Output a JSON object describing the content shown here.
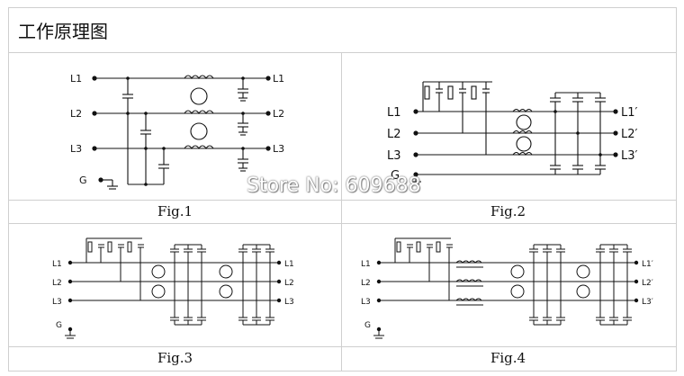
{
  "page": {
    "title": "工作原理图",
    "watermark": "Store No: 609688"
  },
  "figures": [
    {
      "id": "fig1",
      "caption": "Fig.1",
      "lines_left": [
        "L1",
        "L2",
        "L3"
      ],
      "lines_right": [
        "L1",
        "L2",
        "L3"
      ],
      "ground": "G"
    },
    {
      "id": "fig2",
      "caption": "Fig.2",
      "lines_left": [
        "L1",
        "L2",
        "L3"
      ],
      "lines_right": [
        "L1′",
        "L2′",
        "L3′"
      ],
      "ground": "G"
    },
    {
      "id": "fig3",
      "caption": "Fig.3",
      "lines_left": [
        "L1",
        "L2",
        "L3"
      ],
      "lines_right": [
        "L1",
        "L2",
        "L3"
      ],
      "ground": "G"
    },
    {
      "id": "fig4",
      "caption": "Fig.4",
      "lines_left": [
        "L1",
        "L2",
        "L3"
      ],
      "lines_right": [
        "L1′",
        "L2′",
        "L3′"
      ],
      "ground": "G"
    }
  ],
  "colors": {
    "line": "#111111",
    "border": "#cfcfcf"
  }
}
